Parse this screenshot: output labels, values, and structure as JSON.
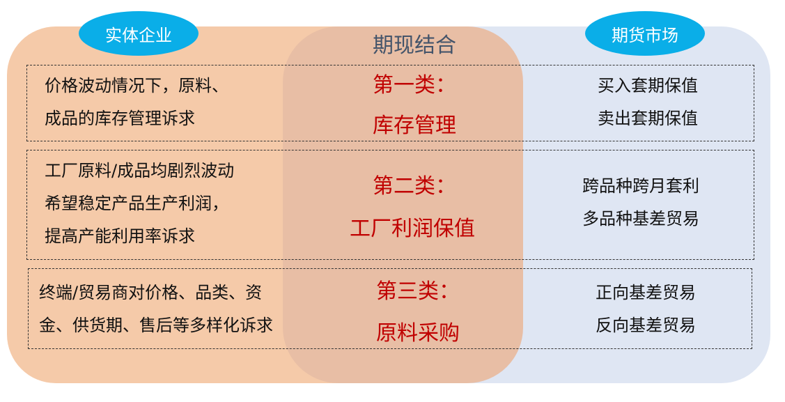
{
  "left_label": "实体企业",
  "right_label": "期货市场",
  "center_title": "期现结合",
  "rows": [
    {
      "left": [
        "价格波动情况下，原料、",
        "成品的库存管理诉求"
      ],
      "category": "第一类：",
      "name": "库存管理",
      "right": [
        "买入套期保值",
        "卖出套期保值"
      ]
    },
    {
      "left": [
        "工厂原料/成品均剧烈波动",
        "希望稳定产品生产利润，",
        "提高产能利用率诉求"
      ],
      "category": "第二类：",
      "name": "工厂利润保值",
      "right": [
        "跨品种跨月套利",
        "多品种基差贸易"
      ]
    },
    {
      "left": [
        "终端/贸易商对价格、品类、资",
        "金、供货期、售后等多样化诉求"
      ],
      "category": "第三类：",
      "name": "原料采购",
      "right": [
        "正向基差贸易",
        "反向基差贸易"
      ]
    }
  ]
}
